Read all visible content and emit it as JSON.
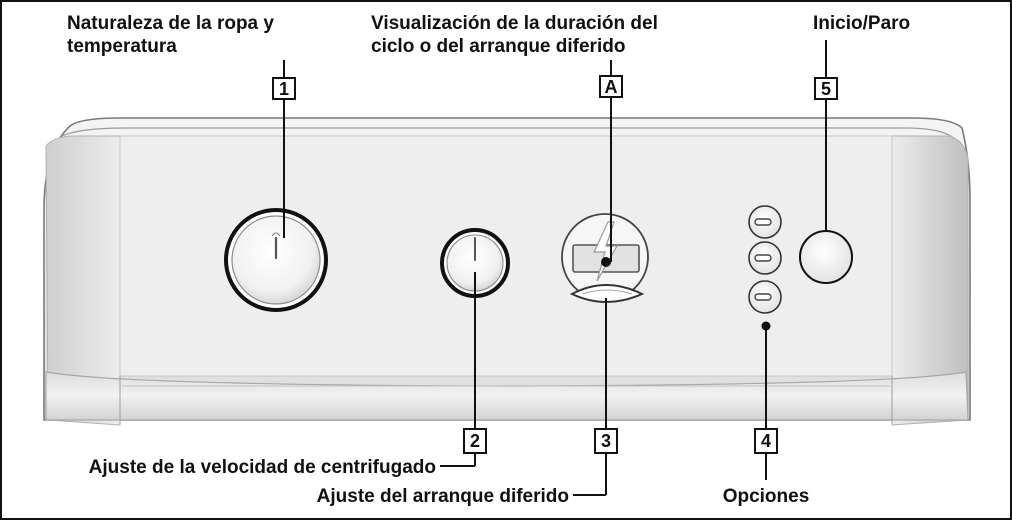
{
  "labels": {
    "top_left_line1": "Naturaleza de la ropa y",
    "top_left_line2": "temperatura",
    "top_center_line1": "Visualización de la duración del",
    "top_center_line2": "ciclo o del arranque diferido",
    "top_right": "Inicio/Paro",
    "bottom_spin": "Ajuste de la velocidad de centrifugado",
    "bottom_delay": "Ajuste del arranque diferido",
    "bottom_options": "Opciones"
  },
  "markers": {
    "m1": "1",
    "mA": "A",
    "m5": "5",
    "m2": "2",
    "m3": "3",
    "m4": "4"
  },
  "colors": {
    "panel_face": "#e9e9e9",
    "panel_shadow": "#bdbdbd",
    "ink": "#111111"
  },
  "icons": {
    "display": "lightning-bolt-icon"
  }
}
